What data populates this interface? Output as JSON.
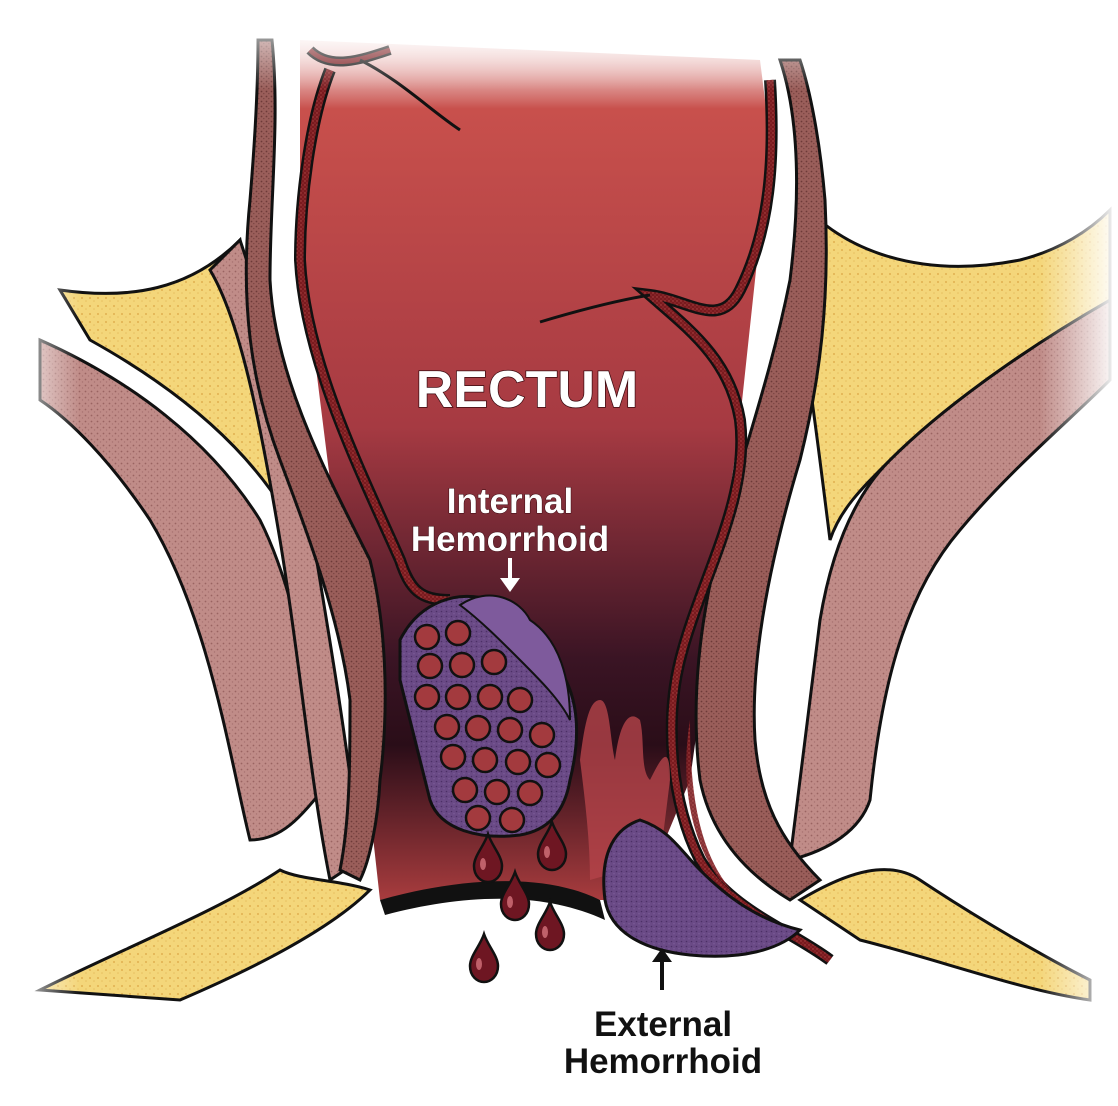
{
  "labels": {
    "rectum": "RECTUM",
    "internal_line1": "Internal",
    "internal_line2": "Hemorrhoid",
    "external_line1": "External",
    "external_line2": "Hemorrhoid"
  },
  "colors": {
    "rectum_top": "#c8504c",
    "rectum_bottom": "#2a0d18",
    "muscle": "#b07a78",
    "mucosa": "#8e5450",
    "vessel": "#7a1a1e",
    "fat": "#f4d67a",
    "hemorrhoid": "#6a4a86",
    "blood": "#6e1622",
    "outline": "#111111"
  }
}
